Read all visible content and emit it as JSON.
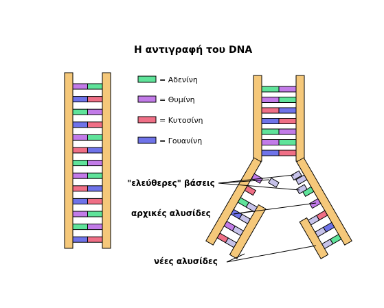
{
  "title": "Η αντιγραφή του DNA",
  "legend": [
    {
      "label": "= Αδενίνη",
      "base": "A",
      "color": "#5fe39a"
    },
    {
      "label": "= Θυμίνη",
      "base": "T",
      "color": "#c27be8"
    },
    {
      "label": "= Κυτοσίνη",
      "base": "C",
      "color": "#ef6f86"
    },
    {
      "label": "= Γουανίνη",
      "base": "G",
      "color": "#6f73e9"
    }
  ],
  "annotations": {
    "free_bases": "\"ελεύθερες\" βάσεις",
    "original_strands": "αρχικές αλυσίδες",
    "new_strands": "νέες αλυσίδες"
  },
  "colors": {
    "backbone": "#f5c87a",
    "adenine": "#5fe39a",
    "thymine": "#c27be8",
    "cytosine": "#ef6f86",
    "guanine": "#6f73e9",
    "free_base_fill": "#c6c2ea"
  },
  "left_helix_pairs": [
    [
      "T",
      "A"
    ],
    [
      "G",
      "C"
    ],
    [
      "A",
      "T"
    ],
    [
      "G",
      "C"
    ],
    [
      "T",
      "A"
    ],
    [
      "C",
      "G"
    ],
    [
      "A",
      "T"
    ],
    [
      "T",
      "A"
    ],
    [
      "C",
      "G"
    ],
    [
      "G",
      "C"
    ],
    [
      "T",
      "A"
    ],
    [
      "A",
      "T"
    ],
    [
      "G",
      "C"
    ]
  ],
  "right_helix_pairs": [
    [
      "A",
      "T"
    ],
    [
      "T",
      "A"
    ],
    [
      "C",
      "G"
    ],
    [
      "G",
      "C"
    ],
    [
      "A",
      "T"
    ],
    [
      "T",
      "A"
    ],
    [
      "G",
      "C"
    ]
  ]
}
